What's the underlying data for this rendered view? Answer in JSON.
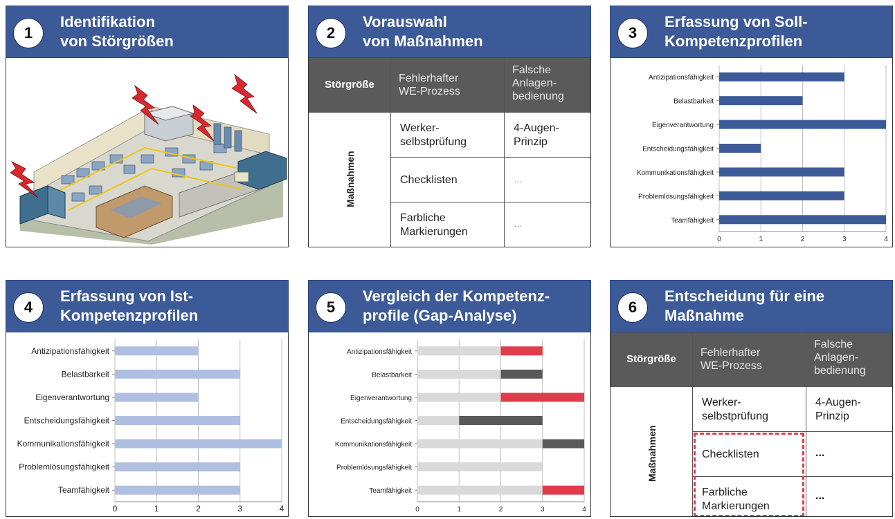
{
  "panels": [
    {
      "num": "1",
      "title_1": "Identifikation",
      "title_2": "von Störgrößen"
    },
    {
      "num": "2",
      "title_1": "Vorauswahl",
      "title_2": "von Maßnahmen"
    },
    {
      "num": "3",
      "title_1": "Erfassung von Soll-",
      "title_2": "Kompetenzprofilen"
    },
    {
      "num": "4",
      "title_1": "Erfassung von Ist-",
      "title_2": "Kompetenzprofilen"
    },
    {
      "num": "5",
      "title_1": "Vergleich der Kompetenz-",
      "title_2": "profile (Gap-Analyse)"
    },
    {
      "num": "6",
      "title_1": "Entscheidung für eine",
      "title_2": "Maßnahme"
    }
  ],
  "table": {
    "header_label": "Störgröße",
    "col1_l1": "Fehlerhafter",
    "col1_l2": "WE-Prozess",
    "col2_l1": "Falsche",
    "col2_l2": "Anlagen-",
    "col2_l3": "bedienung",
    "row_label": "Maßnahmen",
    "r1c1_l1": "Werker-",
    "r1c1_l2": "selbstprüfung",
    "r1c2_l1": "4-Augen-",
    "r1c2_l2": "Prinzip",
    "r2c1": "Checklisten",
    "r2c2": "…",
    "r3c1_l1": "Farbliche",
    "r3c1_l2": "Markierungen",
    "r3c2": "…",
    "r2c2_bold": "...",
    "r3c2_bold": "..."
  },
  "chart_data": [
    {
      "type": "bar",
      "panel": "3",
      "title": "",
      "categories": [
        "Antizipationsfähigkeit",
        "Belastbarkeit",
        "Eigenverantwortung",
        "Entscheidungsfähigkeit",
        "Kommunikationsfähigkeit",
        "Problemlösungsfähigkeit",
        "Teamfähigkeit"
      ],
      "values": [
        3,
        2,
        4,
        1,
        3,
        3,
        4
      ],
      "xlim": [
        0,
        4
      ],
      "ticks": [
        "0",
        "1",
        "2",
        "3",
        "4"
      ],
      "color": "#3d5a98",
      "grid": true
    },
    {
      "type": "bar",
      "panel": "4",
      "title": "",
      "categories": [
        "Antizipationsfähigkeit",
        "Belastbarkeit",
        "Eigenverantwortung",
        "Entscheidungsfähigkeit",
        "Kommunikationsfähigkeit",
        "Problemlösungsfähigkeit",
        "Teamfähigkeit"
      ],
      "values": [
        2,
        3,
        2,
        3,
        4,
        3,
        3
      ],
      "xlim": [
        0,
        4
      ],
      "ticks": [
        "0",
        "1",
        "2",
        "3",
        "4"
      ],
      "color": "#aebfe2",
      "grid": true
    },
    {
      "type": "bar",
      "panel": "5",
      "title": "",
      "stacked": true,
      "categories": [
        "Antizipationsfähigkeit",
        "Belastbarkeit",
        "Eigenverantwortung",
        "Entscheidungsfähigkeit",
        "Kommunikationsfähigkeit",
        "Problemlösungsfähigkeit",
        "Teamfähigkeit"
      ],
      "series": [
        {
          "values": [
            2,
            2,
            2,
            1,
            3,
            3,
            3
          ],
          "color": "#d9d9d9"
        },
        {
          "values": [
            1,
            1,
            2,
            2,
            1,
            0,
            1
          ],
          "colors": [
            "#e03c4c",
            "#595959",
            "#e03c4c",
            "#595959",
            "#595959",
            "#595959",
            "#e03c4c"
          ]
        }
      ],
      "xlim": [
        0,
        4
      ],
      "ticks": [
        "0",
        "1",
        "2",
        "3",
        "4"
      ],
      "grid": true
    }
  ]
}
